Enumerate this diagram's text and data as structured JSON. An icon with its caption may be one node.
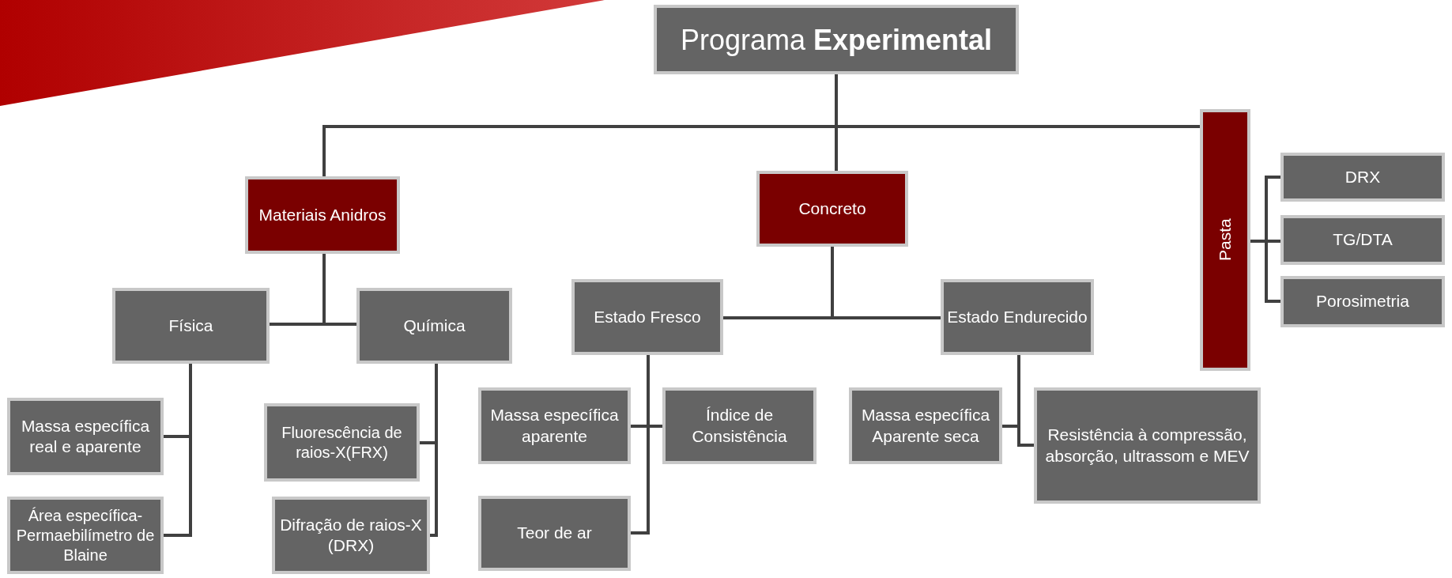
{
  "diagram": {
    "nodes": [
      {
        "text": [
          "Programa **Experimental**"
        ]
      },
      {
        "text": [
          "Materiais Anidros"
        ]
      },
      {
        "text": [
          "Concreto"
        ]
      },
      {
        "text": [
          "Pasta"
        ]
      },
      {
        "text": [
          "Física"
        ]
      },
      {
        "text": [
          "Química"
        ]
      },
      {
        "text": [
          "Estado Fresco"
        ]
      },
      {
        "text": [
          "Estado Endurecido"
        ]
      },
      {
        "text": [
          "DRX"
        ]
      },
      {
        "text": [
          "TG/DTA"
        ]
      },
      {
        "text": [
          "Porosimetria"
        ]
      },
      {
        "text": [
          "Massa específica real e aparente"
        ]
      },
      {
        "text": [
          "Área específica-Permaebilímetro de Blaine"
        ]
      },
      {
        "text": [
          "Fluorescência de raios-X(FRX)"
        ]
      },
      {
        "text": [
          "Difração de raios-X (DRX)"
        ]
      },
      {
        "text": [
          "Massa específica aparente"
        ]
      },
      {
        "text": [
          "Índice de Consistência"
        ]
      },
      {
        "text": [
          "Teor de ar"
        ]
      },
      {
        "text": [
          "Massa específica Aparente seca"
        ]
      },
      {
        "text": [
          "Resistência à compressão, absorção, ultrassom e MEV"
        ]
      }
    ],
    "edges": [
      {
        "from": 0,
        "to": 1,
        "arrow": "none"
      },
      {
        "from": 0,
        "to": 2,
        "arrow": "none"
      },
      {
        "from": 0,
        "to": 3,
        "arrow": "none"
      },
      {
        "from": 1,
        "to": 4,
        "arrow": "none"
      },
      {
        "from": 1,
        "to": 5,
        "arrow": "none"
      },
      {
        "from": 2,
        "to": 6,
        "arrow": "none"
      },
      {
        "from": 2,
        "to": 7,
        "arrow": "none"
      },
      {
        "from": 3,
        "to": 8,
        "arrow": "none"
      },
      {
        "from": 3,
        "to": 9,
        "arrow": "none"
      },
      {
        "from": 3,
        "to": 10,
        "arrow": "none"
      },
      {
        "from": 4,
        "to": 11,
        "arrow": "none"
      },
      {
        "from": 4,
        "to": 12,
        "arrow": "none"
      },
      {
        "from": 5,
        "to": 13,
        "arrow": "none"
      },
      {
        "from": 5,
        "to": 14,
        "arrow": "none"
      },
      {
        "from": 6,
        "to": 15,
        "arrow": "none"
      },
      {
        "from": 6,
        "to": 16,
        "arrow": "none"
      },
      {
        "from": 6,
        "to": 17,
        "arrow": "none"
      },
      {
        "from": 7,
        "to": 18,
        "arrow": "none"
      },
      {
        "from": 7,
        "to": 19,
        "arrow": "none"
      }
    ]
  }
}
